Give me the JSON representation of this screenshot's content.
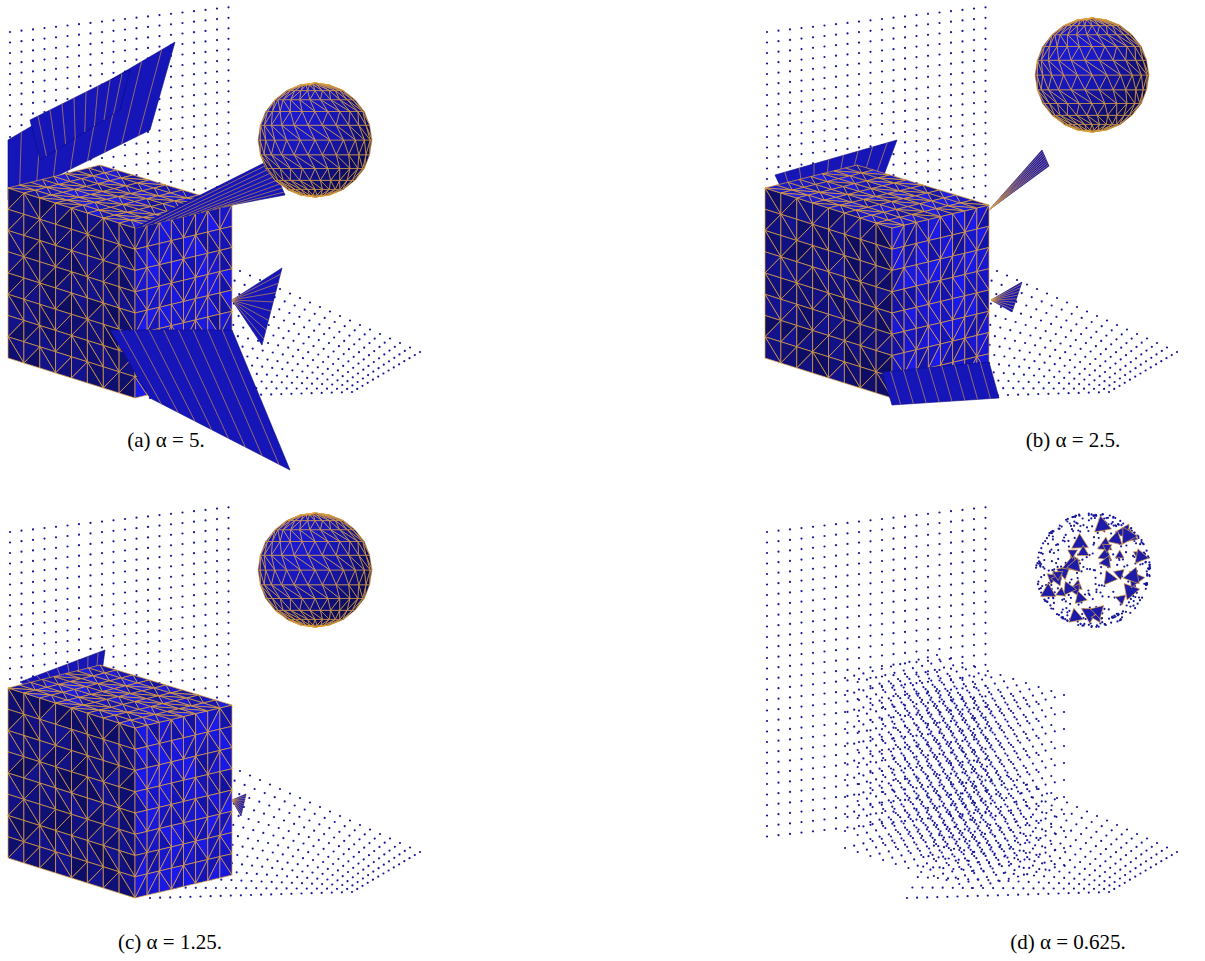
{
  "diagram": {
    "labels": [
      "(a) α = 5.",
      "(b) α = 2.5.",
      "(c) α = 1.25.",
      "(d) α = 0.625."
    ]
  }
}
